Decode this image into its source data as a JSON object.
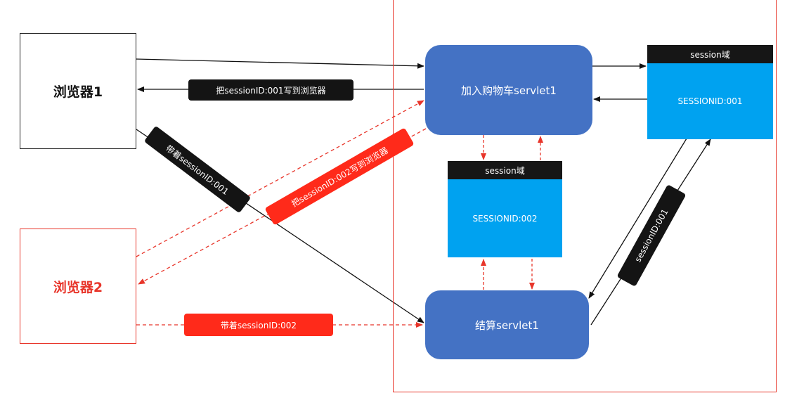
{
  "browsers": {
    "b1": "浏览器1",
    "b2": "浏览器2"
  },
  "servlets": {
    "cart": "加入购物车servlet1",
    "checkout": "结算servlet1"
  },
  "sessions": {
    "s1": {
      "header": "session域",
      "id": "SESSIONID:001"
    },
    "s2": {
      "header": "session域",
      "id": "SESSIONID:002"
    }
  },
  "labels": {
    "write001": "把sessionID:001写到浏览器",
    "carry001": "带着sessionID:001",
    "write002": "把sessionID:002写到浏览器",
    "carry002": "带着sessionID:002",
    "sid001": "sessionID:001"
  },
  "colors": {
    "red": "#e8352a",
    "blue": "#4472c4",
    "cyan": "#00a2f0",
    "black": "#141414"
  }
}
